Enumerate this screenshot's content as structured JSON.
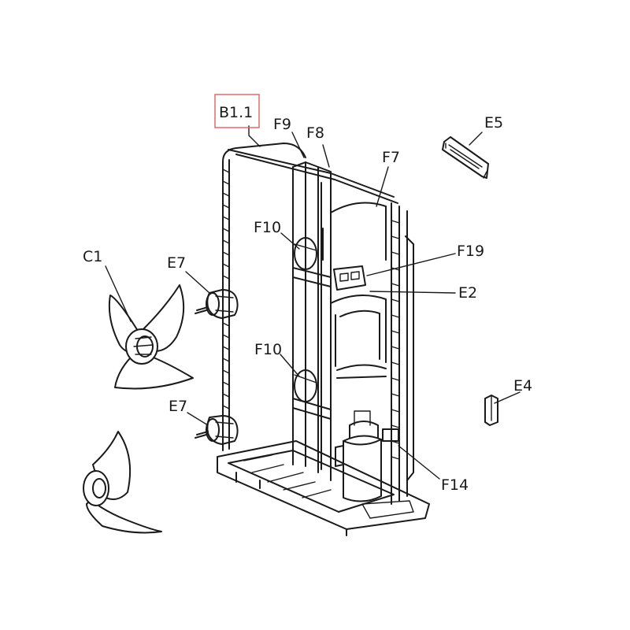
{
  "labels": {
    "b1_1": "B1.1",
    "f9": "F9",
    "f8": "F8",
    "f7": "F7",
    "e5": "E5",
    "f10_top": "F10",
    "f19": "F19",
    "c1": "C1",
    "e7_top": "E7",
    "e2": "E2",
    "f10_bottom": "F10",
    "e4": "E4",
    "e7_bottom": "E7",
    "f14": "F14"
  },
  "highlight_color": "#e06b6b"
}
